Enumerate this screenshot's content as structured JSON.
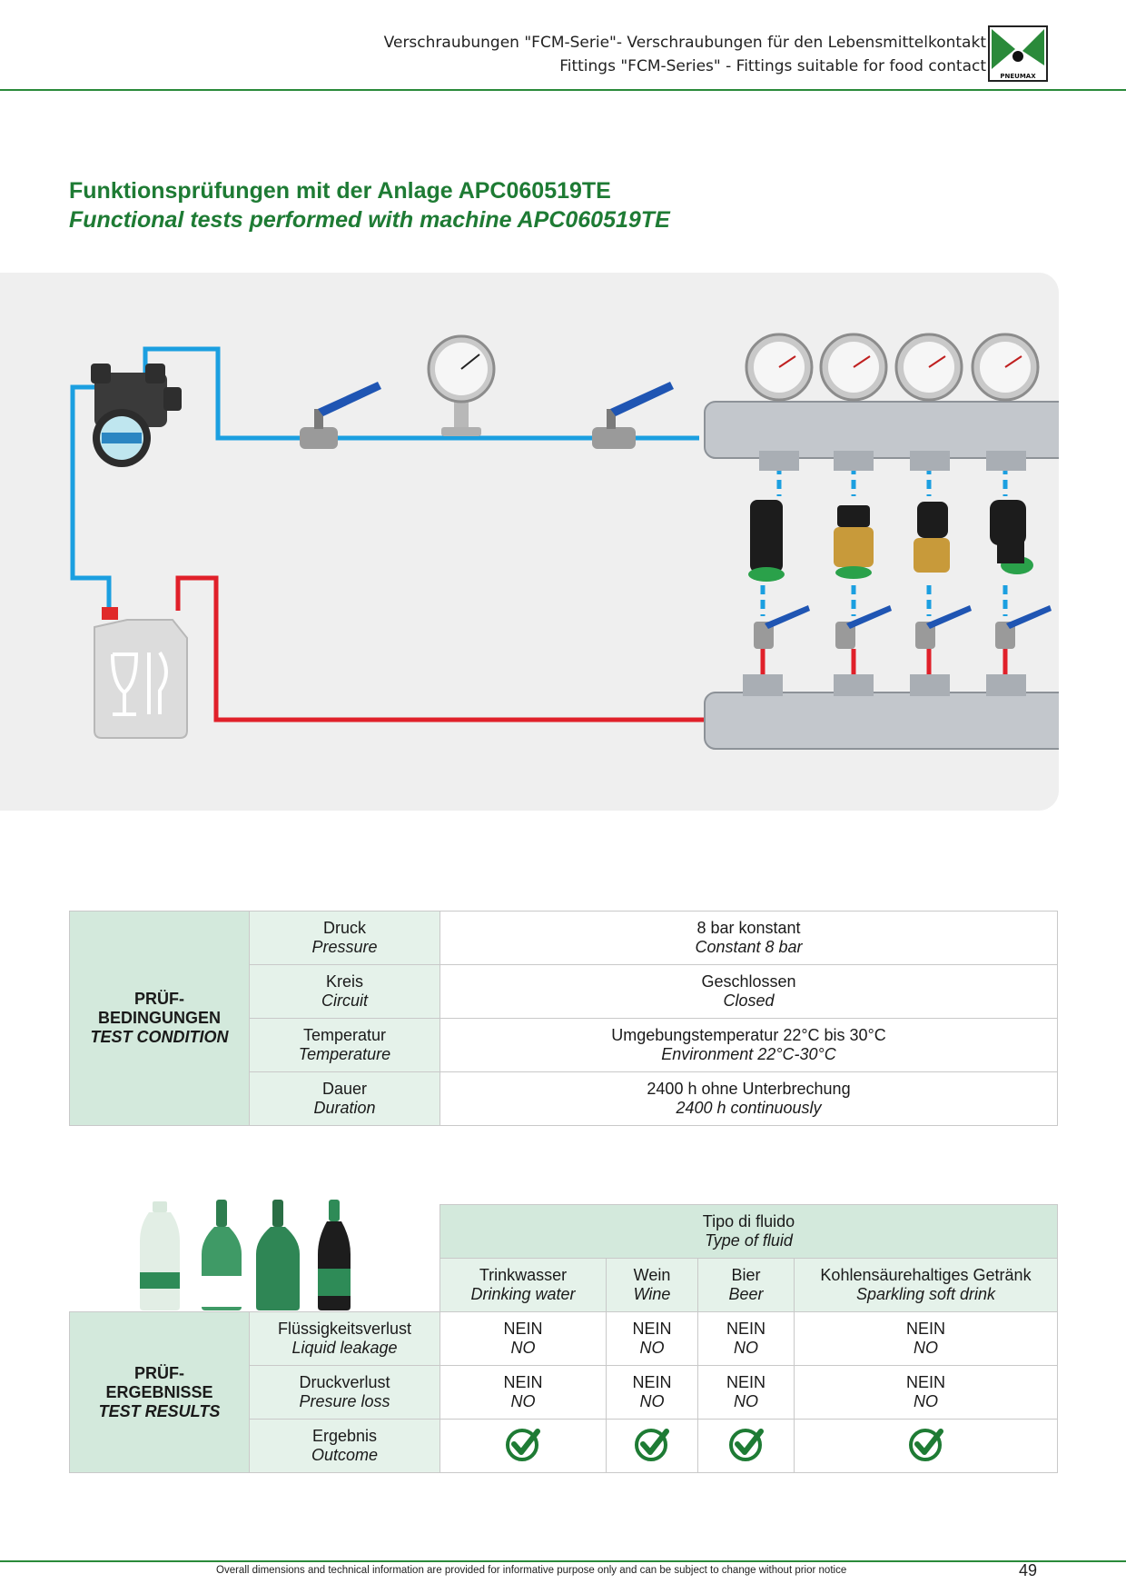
{
  "header": {
    "line1": "Verschraubungen \"FCM-Serie\"- Verschraubungen für den Lebensmittelkontakt",
    "line2": "Fittings \"FCM-Series\" - Fittings suitable for food contact",
    "logo_text": "PNEUMAX"
  },
  "title": {
    "de": "Funktionsprüfungen mit der Anlage APC060519TE",
    "en": "Functional tests performed with machine APC060519TE"
  },
  "colors": {
    "brand_green": "#1e7b34",
    "pipe_blue": "#1b9fe0",
    "pipe_red": "#e0202a",
    "cell_dark": "#d3e9dc",
    "cell_light": "#e5f2ea"
  },
  "conditions": {
    "section_de": "PRÜF-\nBEDINGUNGEN",
    "section_en": "TEST CONDITION",
    "rows": [
      {
        "label_de": "Druck",
        "label_en": "Pressure",
        "value_de": "8 bar konstant",
        "value_en": "Constant 8 bar"
      },
      {
        "label_de": "Kreis",
        "label_en": "Circuit",
        "value_de": "Geschlossen",
        "value_en": "Closed"
      },
      {
        "label_de": "Temperatur",
        "label_en": "Temperature",
        "value_de": "Umgebungstemperatur 22°C bis 30°C",
        "value_en": "Environment 22°C-30°C"
      },
      {
        "label_de": "Dauer",
        "label_en": "Duration",
        "value_de": "2400 h ohne Unterbrechung",
        "value_en": "2400 h continuously"
      }
    ]
  },
  "results": {
    "fluid_header_de": "Tipo di fluido",
    "fluid_header_en": "Type of fluid",
    "fluids": [
      {
        "de": "Trinkwasser",
        "en": "Drinking water"
      },
      {
        "de": "Wein",
        "en": "Wine"
      },
      {
        "de": "Bier",
        "en": "Beer"
      },
      {
        "de": "Kohlensäurehaltiges Getränk",
        "en": "Sparkling soft drink"
      }
    ],
    "section_de": "PRÜF-\nERGEBNISSE",
    "section_en": "TEST RESULTS",
    "rows": [
      {
        "label_de": "Flüssigkeitsverlust",
        "label_en": "Liquid leakage",
        "values": [
          {
            "de": "NEIN",
            "en": "NO"
          },
          {
            "de": "NEIN",
            "en": "NO"
          },
          {
            "de": "NEIN",
            "en": "NO"
          },
          {
            "de": "NEIN",
            "en": "NO"
          }
        ]
      },
      {
        "label_de": "Druckverlust",
        "label_en": "Presure loss",
        "values": [
          {
            "de": "NEIN",
            "en": "NO"
          },
          {
            "de": "NEIN",
            "en": "NO"
          },
          {
            "de": "NEIN",
            "en": "NO"
          },
          {
            "de": "NEIN",
            "en": "NO"
          }
        ]
      },
      {
        "label_de": "Ergebnis",
        "label_en": "Outcome",
        "outcome_icons": [
          "check-circle-icon",
          "check-circle-icon",
          "check-circle-icon",
          "check-circle-icon"
        ]
      }
    ]
  },
  "footer": {
    "note": "Overall dimensions and technical information are provided for informative purpose only and can be subject to change without prior notice",
    "page": "49"
  }
}
